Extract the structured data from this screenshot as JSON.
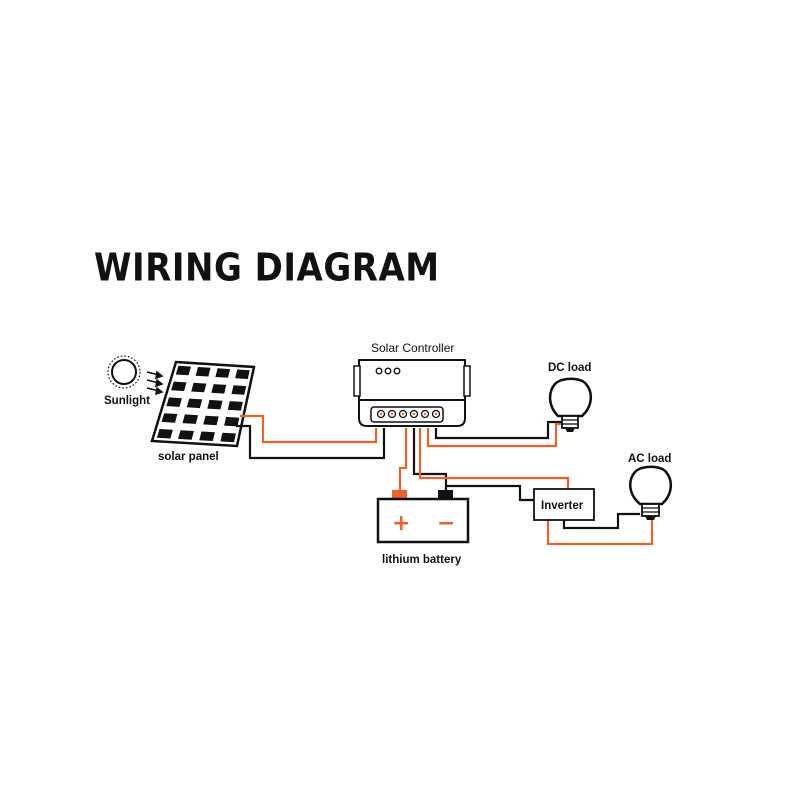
{
  "title": "WIRING DIAGRAM",
  "components": {
    "sunlight": "Sunlight",
    "solar_panel": "solar panel",
    "solar_controller": "Solar Controller",
    "dc_load": "DC load",
    "ac_load": "AC load",
    "inverter": "Inverter",
    "battery": "lithium battery",
    "battery_positive": "+",
    "battery_negative": "−"
  },
  "colors": {
    "positive_wire": "#e8642c",
    "negative_wire": "#111111",
    "positive_terminal": "#e8642c",
    "background": "#ffffff"
  }
}
